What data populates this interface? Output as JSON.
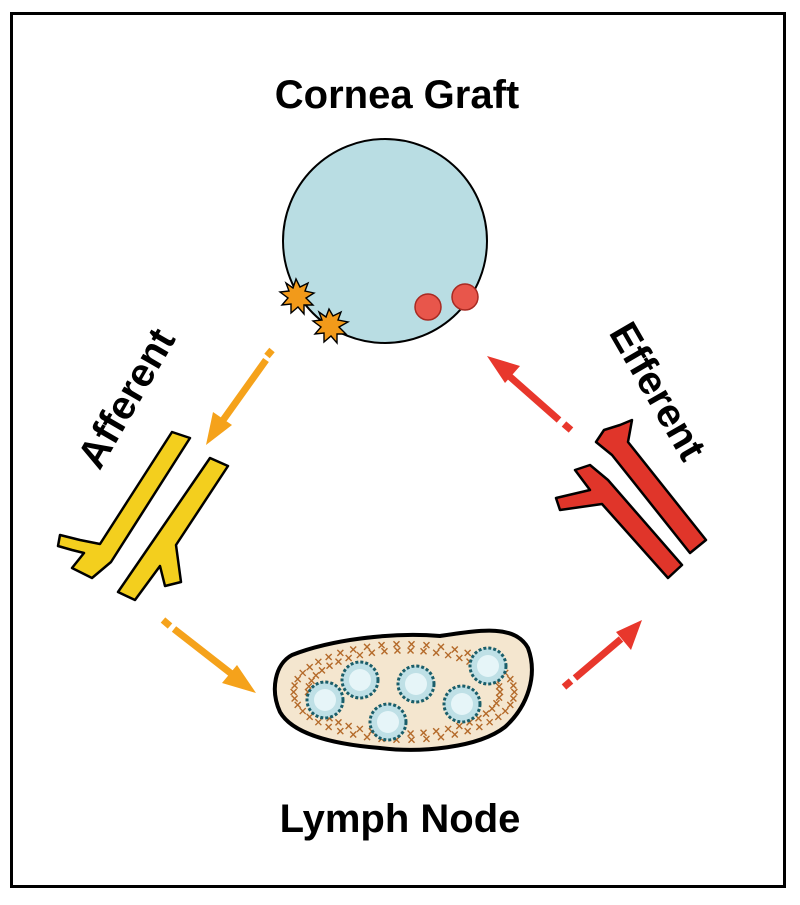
{
  "labels": {
    "top": "Cornea Graft",
    "bottom": "Lymph Node",
    "left": "Afferent",
    "right": "Efferent"
  },
  "colors": {
    "cornea": "#b9dde3",
    "afferent": "#f5a21b",
    "afferent_vessel": "#f3cf1e",
    "efferent": "#e8372c",
    "efferent_vessel": "#e0352a",
    "antigen_cell": "#f29a1a",
    "immune_cell": "#e8564b",
    "node_fill": "#f4e6cf",
    "follicle_fill": "#bfe0e6",
    "x_marks": "#b46a2a"
  }
}
